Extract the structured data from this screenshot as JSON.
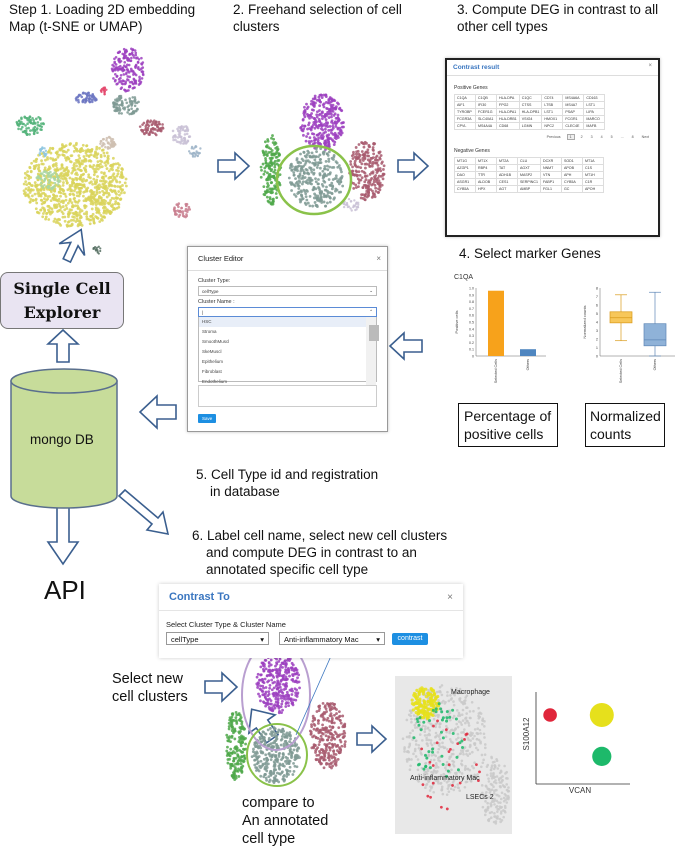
{
  "steps": {
    "s1": [
      "Step 1. Loading 2D embedding",
      "Map (t-SNE or UMAP)"
    ],
    "s2": [
      "2. Freehand selection of cell",
      "clusters"
    ],
    "s3": [
      "3. Compute DEG in contrast to all",
      "other cell types"
    ],
    "s4": "4. Select marker Genes",
    "s5": [
      "5. Cell Type id and registration",
      "in database"
    ],
    "s6": [
      "6. Label cell name, select new cell clusters",
      "and compute DEG in contrast to an",
      "annotated specific cell type"
    ]
  },
  "contrast_result": {
    "title": "Contrast result",
    "positive_label": "Positive Genes",
    "negative_label": "Negative Genes",
    "positive_rows": [
      [
        "C1QA",
        "C1QB",
        "HLA-DPA",
        "C1QC",
        "CD74",
        "MS4A6A",
        "CD163"
      ],
      [
        "AIF1",
        "IFI30",
        "FPG2",
        "CTSS",
        "LTSB",
        "MS4A7",
        "LST1"
      ],
      [
        "TYROBP",
        "FCER1G",
        "HLA-DPA1",
        "HLA-DPB1",
        "LST1",
        "PSAP",
        "LIPA"
      ],
      [
        "FCGR3A",
        "SLC40A1",
        "HLA-DRB1",
        "VSIG4",
        "HMOX1",
        "FCGR1",
        "MARCO"
      ],
      [
        "CPVL",
        "MS4A4A",
        "CD68",
        "LGMN",
        "NPC2",
        "CLEC4E",
        "MAFB"
      ]
    ],
    "negative_rows": [
      [
        "MT1G",
        "MT1X",
        "MT2A",
        "CLU",
        "DCXR",
        "SOD1",
        "MT1A"
      ],
      [
        "AZGP1",
        "RBP4",
        "TAT",
        "AGXT",
        "NNMT",
        "APOB",
        "C1S"
      ],
      [
        "DAO",
        "TTR",
        "ADH1B",
        "MASP2",
        "VTN",
        "APH",
        "MT1H"
      ],
      [
        "ASGR1",
        "ALDOB",
        "CES1",
        "SERPINC1",
        "FABP1",
        "CYB5A",
        "C1R"
      ],
      [
        "CYB5A",
        "HPX",
        "AGT",
        "AMBP",
        "FGL1",
        "GC",
        "APOH"
      ]
    ],
    "pager": [
      "Previous",
      "1",
      "2",
      "3",
      "4",
      "5",
      "...",
      "8",
      "Next"
    ]
  },
  "cluster_editor": {
    "title": "Cluster Editor",
    "type_label": "Cluster Type:",
    "type_value": "cellType",
    "name_label": "Cluster Name :",
    "name_value": "|",
    "options": [
      "HSC",
      "Stroma",
      "SmoothMuscl",
      "SkeMuscl",
      "Epithelium",
      "Fibroblast",
      "Endothelium"
    ],
    "save": "Save"
  },
  "marker_panel": {
    "gene": "C1QA",
    "bar_ylabel": "Positive cells",
    "box_ylabel": "Normalized counts",
    "bar_categories": [
      "Selected Cells",
      "Others"
    ]
  },
  "chart_data": [
    {
      "type": "bar",
      "title": "C1QA",
      "categories": [
        "Selected Cells",
        "Others"
      ],
      "values": [
        0.96,
        0.1
      ],
      "ylabel": "Positive cells",
      "ylim": [
        0,
        1.0
      ],
      "yticks": [
        "0",
        "0.1",
        "0.2",
        "0.3",
        "0.4",
        "0.5",
        "0.6",
        "0.7",
        "0.8",
        "0.9",
        "1.0"
      ],
      "colors": [
        "#f7a21b",
        "#4f86c0"
      ]
    },
    {
      "type": "box",
      "categories": [
        "Selected Cells",
        "Others"
      ],
      "ylabel": "Normalized counts",
      "yticks": [
        "0",
        "1",
        "2",
        "3",
        "4",
        "5",
        "6",
        "7",
        "8"
      ],
      "ylim": [
        0,
        8
      ],
      "series": [
        {
          "min": 1.8,
          "q1": 3.9,
          "median": 4.5,
          "q3": 5.2,
          "max": 7.2
        },
        {
          "min": 0,
          "q1": 1.2,
          "median": 1.9,
          "q3": 3.8,
          "max": 7.5
        }
      ],
      "colors": [
        "#f7c75a",
        "#8fb2d8"
      ]
    },
    {
      "type": "scatter",
      "xlabel": "VCAN",
      "ylabel": "S100A12",
      "points": [
        {
          "x": 0.15,
          "y": 0.75,
          "size": 0.35,
          "color": "#e0263b"
        },
        {
          "x": 0.7,
          "y": 0.75,
          "size": 1.0,
          "color": "#e6e01c"
        },
        {
          "x": 0.7,
          "y": 0.3,
          "size": 0.7,
          "color": "#1db96a"
        }
      ]
    }
  ],
  "captions": {
    "pct": [
      "Percentage of",
      "positive cells"
    ],
    "norm": [
      "Normalized",
      "counts"
    ]
  },
  "sce": [
    "Single Cell",
    "Explorer"
  ],
  "db": "mongo DB",
  "api": "API",
  "contrast_to": {
    "title": "Contrast To",
    "select_label": "Select Cluster Type & Cluster Name",
    "type_value": "cellType",
    "name_value": "Anti-inflammatory Mac",
    "button": "contrast"
  },
  "select_new": [
    "Select new",
    "cell clusters"
  ],
  "compare": [
    "compare to",
    "An annotated",
    "cell type"
  ],
  "map_labels": {
    "macrophage": "Macrophage",
    "anti": "Anti-inflammatory Mac",
    "lsec": "LSECs 2"
  },
  "colors": {
    "accent_blue": "#3a76c0",
    "db_green": "#c7dc9a",
    "sce_lavender": "#e9e4f2"
  }
}
